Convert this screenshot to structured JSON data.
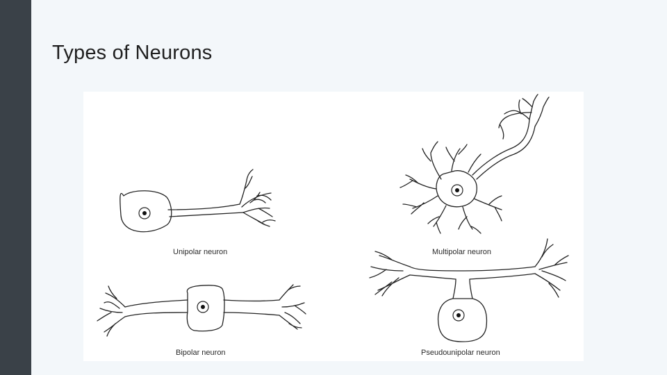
{
  "slide": {
    "title": "Types of Neurons"
  },
  "figure": {
    "captions": {
      "unipolar": "Unipolar neuron",
      "multipolar": "Multipolar neuron",
      "bipolar": "Bipolar neuron",
      "pseudounipolar": "Pseudounipolar neuron"
    }
  },
  "colors": {
    "sidebar": "#3a4148",
    "background": "#f3f7fa",
    "figure_background": "#ffffff",
    "line": "#222222"
  }
}
